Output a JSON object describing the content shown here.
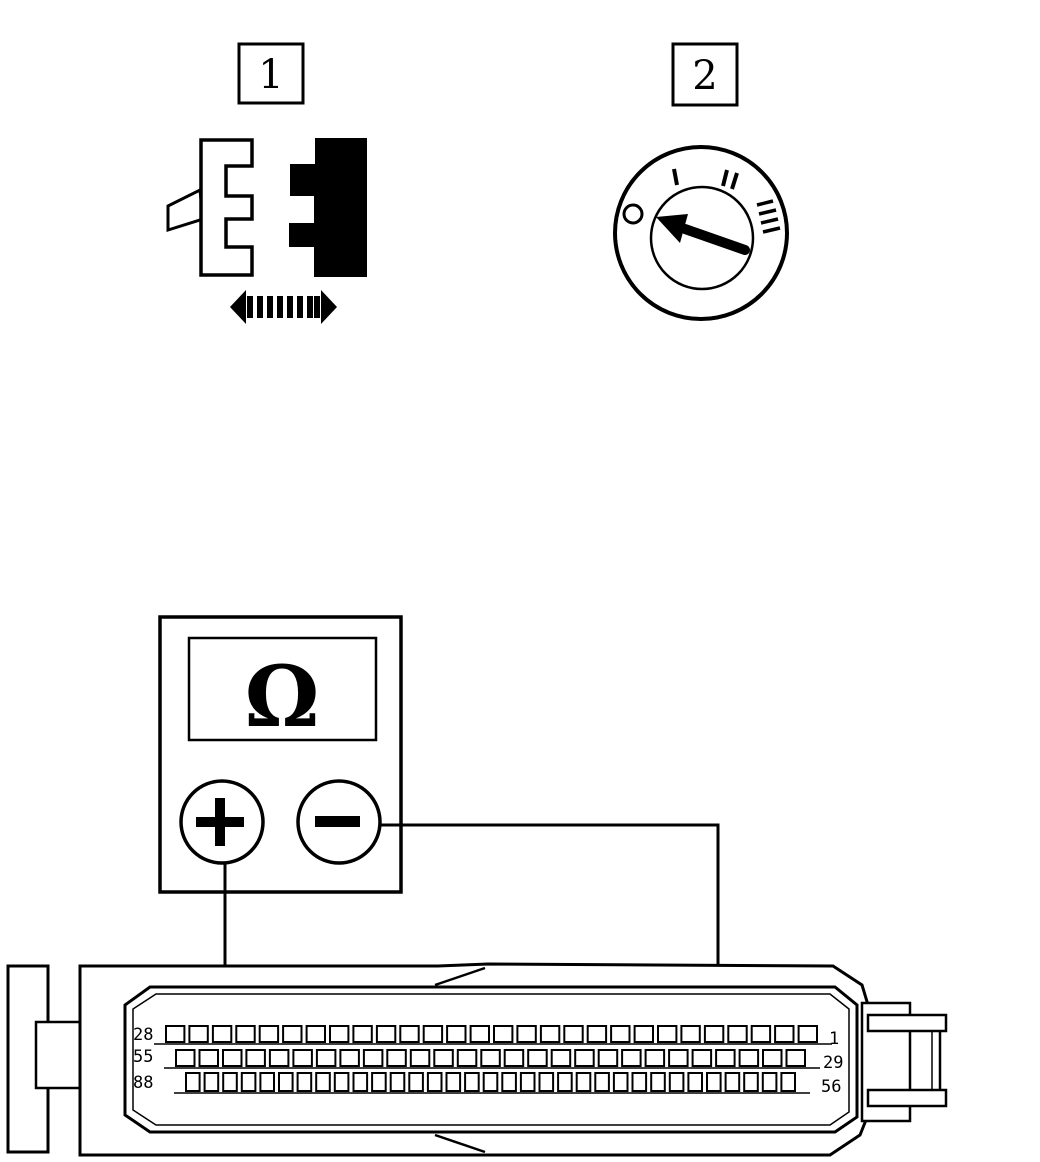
{
  "steps": [
    {
      "number": "1",
      "icon": "connector-disconnect-icon"
    },
    {
      "number": "2",
      "icon": "ignition-switch-icon"
    }
  ],
  "ignition_switch": {
    "positions": [
      "O",
      "I",
      "II",
      "III"
    ],
    "selected_position": "O"
  },
  "meter": {
    "display_symbol": "Ω",
    "positive_terminal_icon": "plus-icon",
    "negative_terminal_icon": "minus-icon"
  },
  "connector": {
    "row_labels_left": [
      "28",
      "55",
      "88"
    ],
    "row_labels_right": [
      "1",
      "29",
      "56"
    ],
    "row_pin_counts": [
      28,
      27,
      33
    ],
    "positive_probe_pin": 25,
    "negative_probe_pin": 5
  },
  "colors": {
    "ink": "#000000",
    "paper": "#ffffff"
  }
}
